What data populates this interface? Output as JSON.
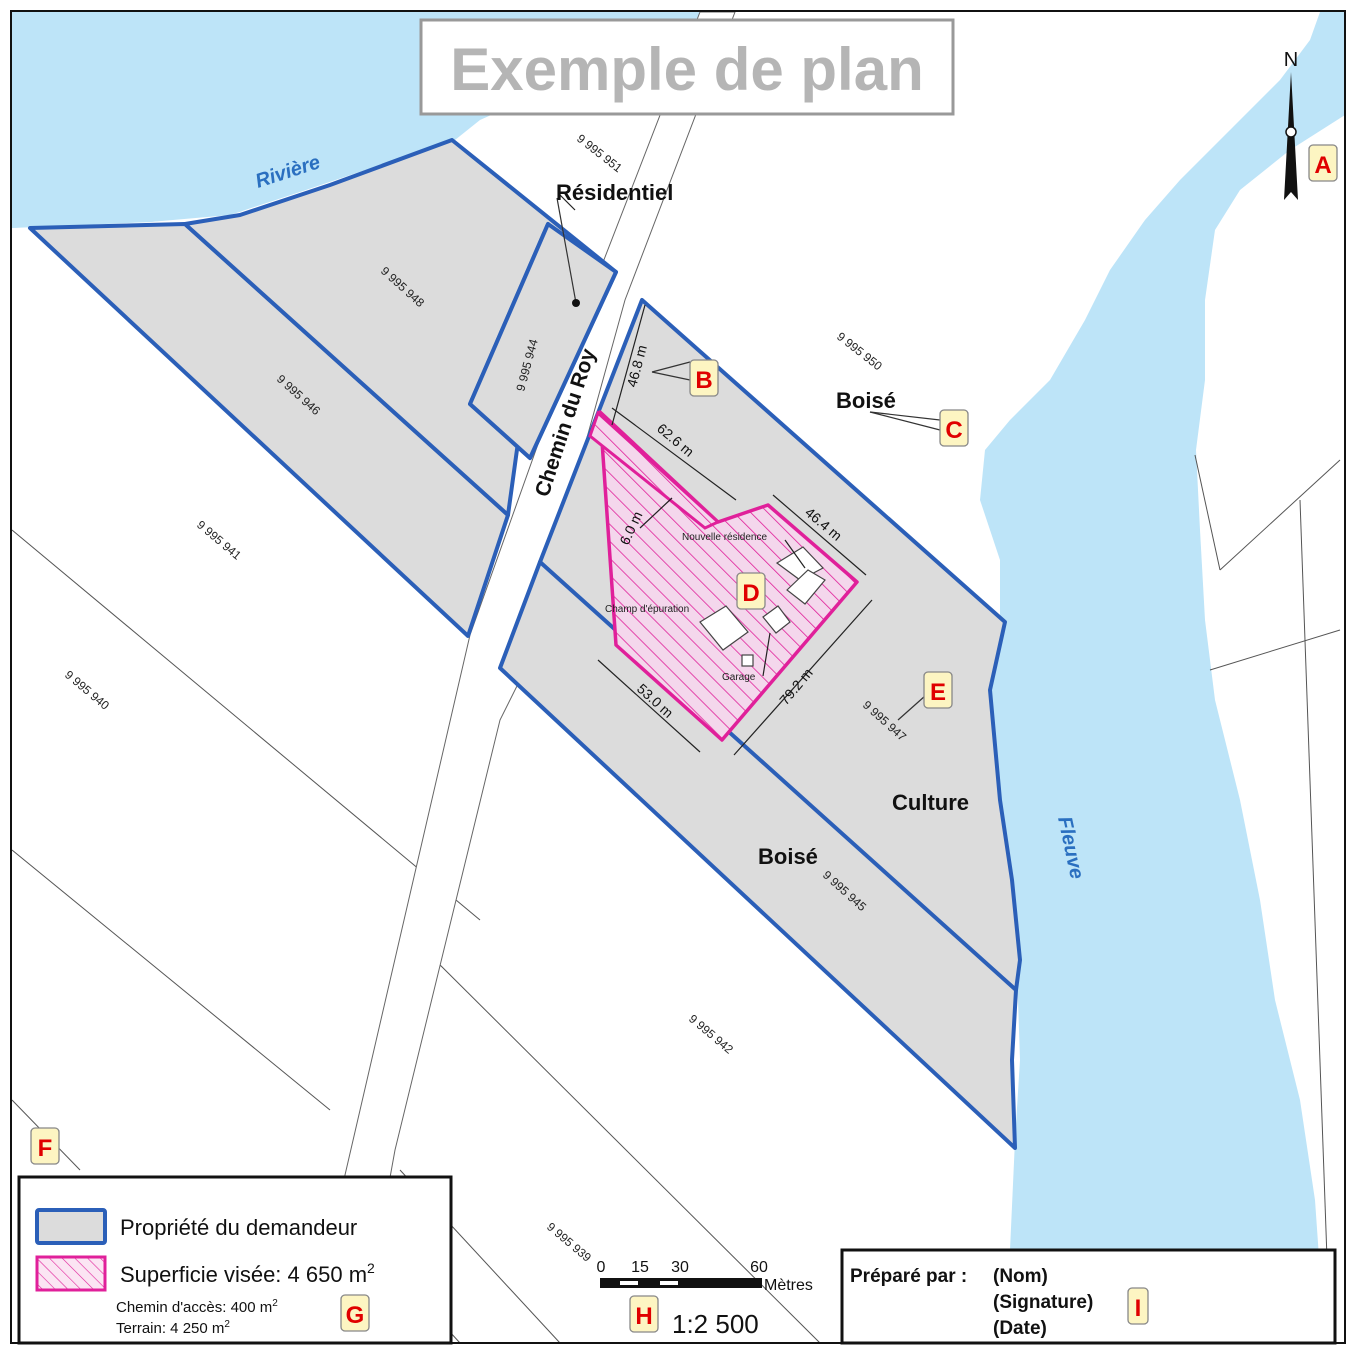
{
  "title": "Exemple de plan",
  "north_label": "N",
  "water": {
    "river": "Rivière",
    "stream": "Fleuve"
  },
  "road": {
    "name": "Chemin du Roy"
  },
  "land_use": {
    "residential": "Résidentiel",
    "wood_north": "Boisé",
    "wood_south": "Boisé",
    "culture": "Culture"
  },
  "lots": {
    "l951": "9 995 951",
    "l948": "9 995 948",
    "l944": "9 995 944",
    "l946": "9 995 946",
    "l950": "9 995 950",
    "l941": "9 995 941",
    "l940": "9 995 940",
    "l947": "9 995 947",
    "l945": "9 995 945",
    "l942": "9 995 942",
    "l939": "9 995 939"
  },
  "dimensions": {
    "d1": "46.8 m",
    "d2": "62.6 m",
    "d3": "6.0 m",
    "d4": "46.4 m",
    "d5": "79.2 m",
    "d6": "53.0 m"
  },
  "features": {
    "residence": "Nouvelle résidence",
    "septic": "Champ d'épuration",
    "garage": "Garage"
  },
  "markers": [
    "A",
    "B",
    "C",
    "D",
    "E",
    "F",
    "G",
    "H",
    "I"
  ],
  "legend": {
    "owner": "Propriété du demandeur",
    "area_prefix": "Superficie visée: 4 650 m",
    "area_sup": "2",
    "access_prefix": "Chemin d'accès: 400 m",
    "access_sup": "2",
    "land_prefix": "Terrain: 4 250 m",
    "land_sup": "2"
  },
  "scale": {
    "ticks": [
      "0",
      "15",
      "30",
      "60"
    ],
    "unit": "Mètres",
    "ratio": "1:2 500"
  },
  "prepared": {
    "label": "Préparé par :",
    "name": "(Nom)",
    "signature": "(Signature)",
    "date": "(Date)"
  },
  "colors": {
    "water": "#bde4f8",
    "parcel": "#dcdcdc",
    "owner_border": "#2b5fb8",
    "area_border": "#e0209a",
    "marker_text": "#e00000",
    "marker_bg": "#fdf5c2"
  }
}
